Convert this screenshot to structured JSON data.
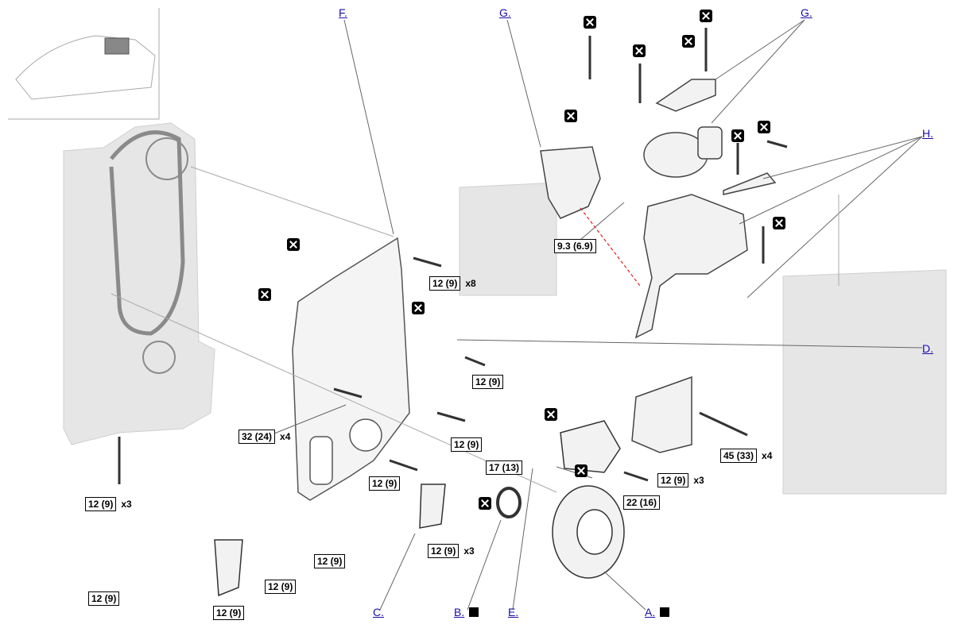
{
  "links": {
    "A": "A.",
    "B": "B.",
    "C": "C.",
    "D": "D.",
    "E": "E.",
    "F": "F.",
    "G_left": "G.",
    "G_right": "G.",
    "H": "H."
  },
  "torque": {
    "c1": {
      "value": "12 (9)",
      "mult": "x8"
    },
    "c2": {
      "value": "9.3 (6.9)",
      "mult": ""
    },
    "c3": {
      "value": "12 (9)",
      "mult": ""
    },
    "c4": {
      "value": "32 (24)",
      "mult": "x4"
    },
    "c5": {
      "value": "12 (9)",
      "mult": ""
    },
    "c6": {
      "value": "45 (33)",
      "mult": "x4"
    },
    "c7": {
      "value": "17 (13)",
      "mult": ""
    },
    "c8": {
      "value": "12 (9)",
      "mult": ""
    },
    "c9": {
      "value": "12 (9)",
      "mult": "x3"
    },
    "c10": {
      "value": "22 (16)",
      "mult": ""
    },
    "c11": {
      "value": "12 (9)",
      "mult": "x3"
    },
    "c12": {
      "value": "12 (9)",
      "mult": "x3"
    },
    "c13": {
      "value": "12 (9)",
      "mult": ""
    },
    "c14": {
      "value": "12 (9)",
      "mult": ""
    },
    "c15": {
      "value": "12 (9)",
      "mult": ""
    },
    "c16": {
      "value": "12 (9)",
      "mult": ""
    }
  },
  "icons": {
    "replace": "replace-part-x-icon",
    "note": "note-square-icon"
  }
}
